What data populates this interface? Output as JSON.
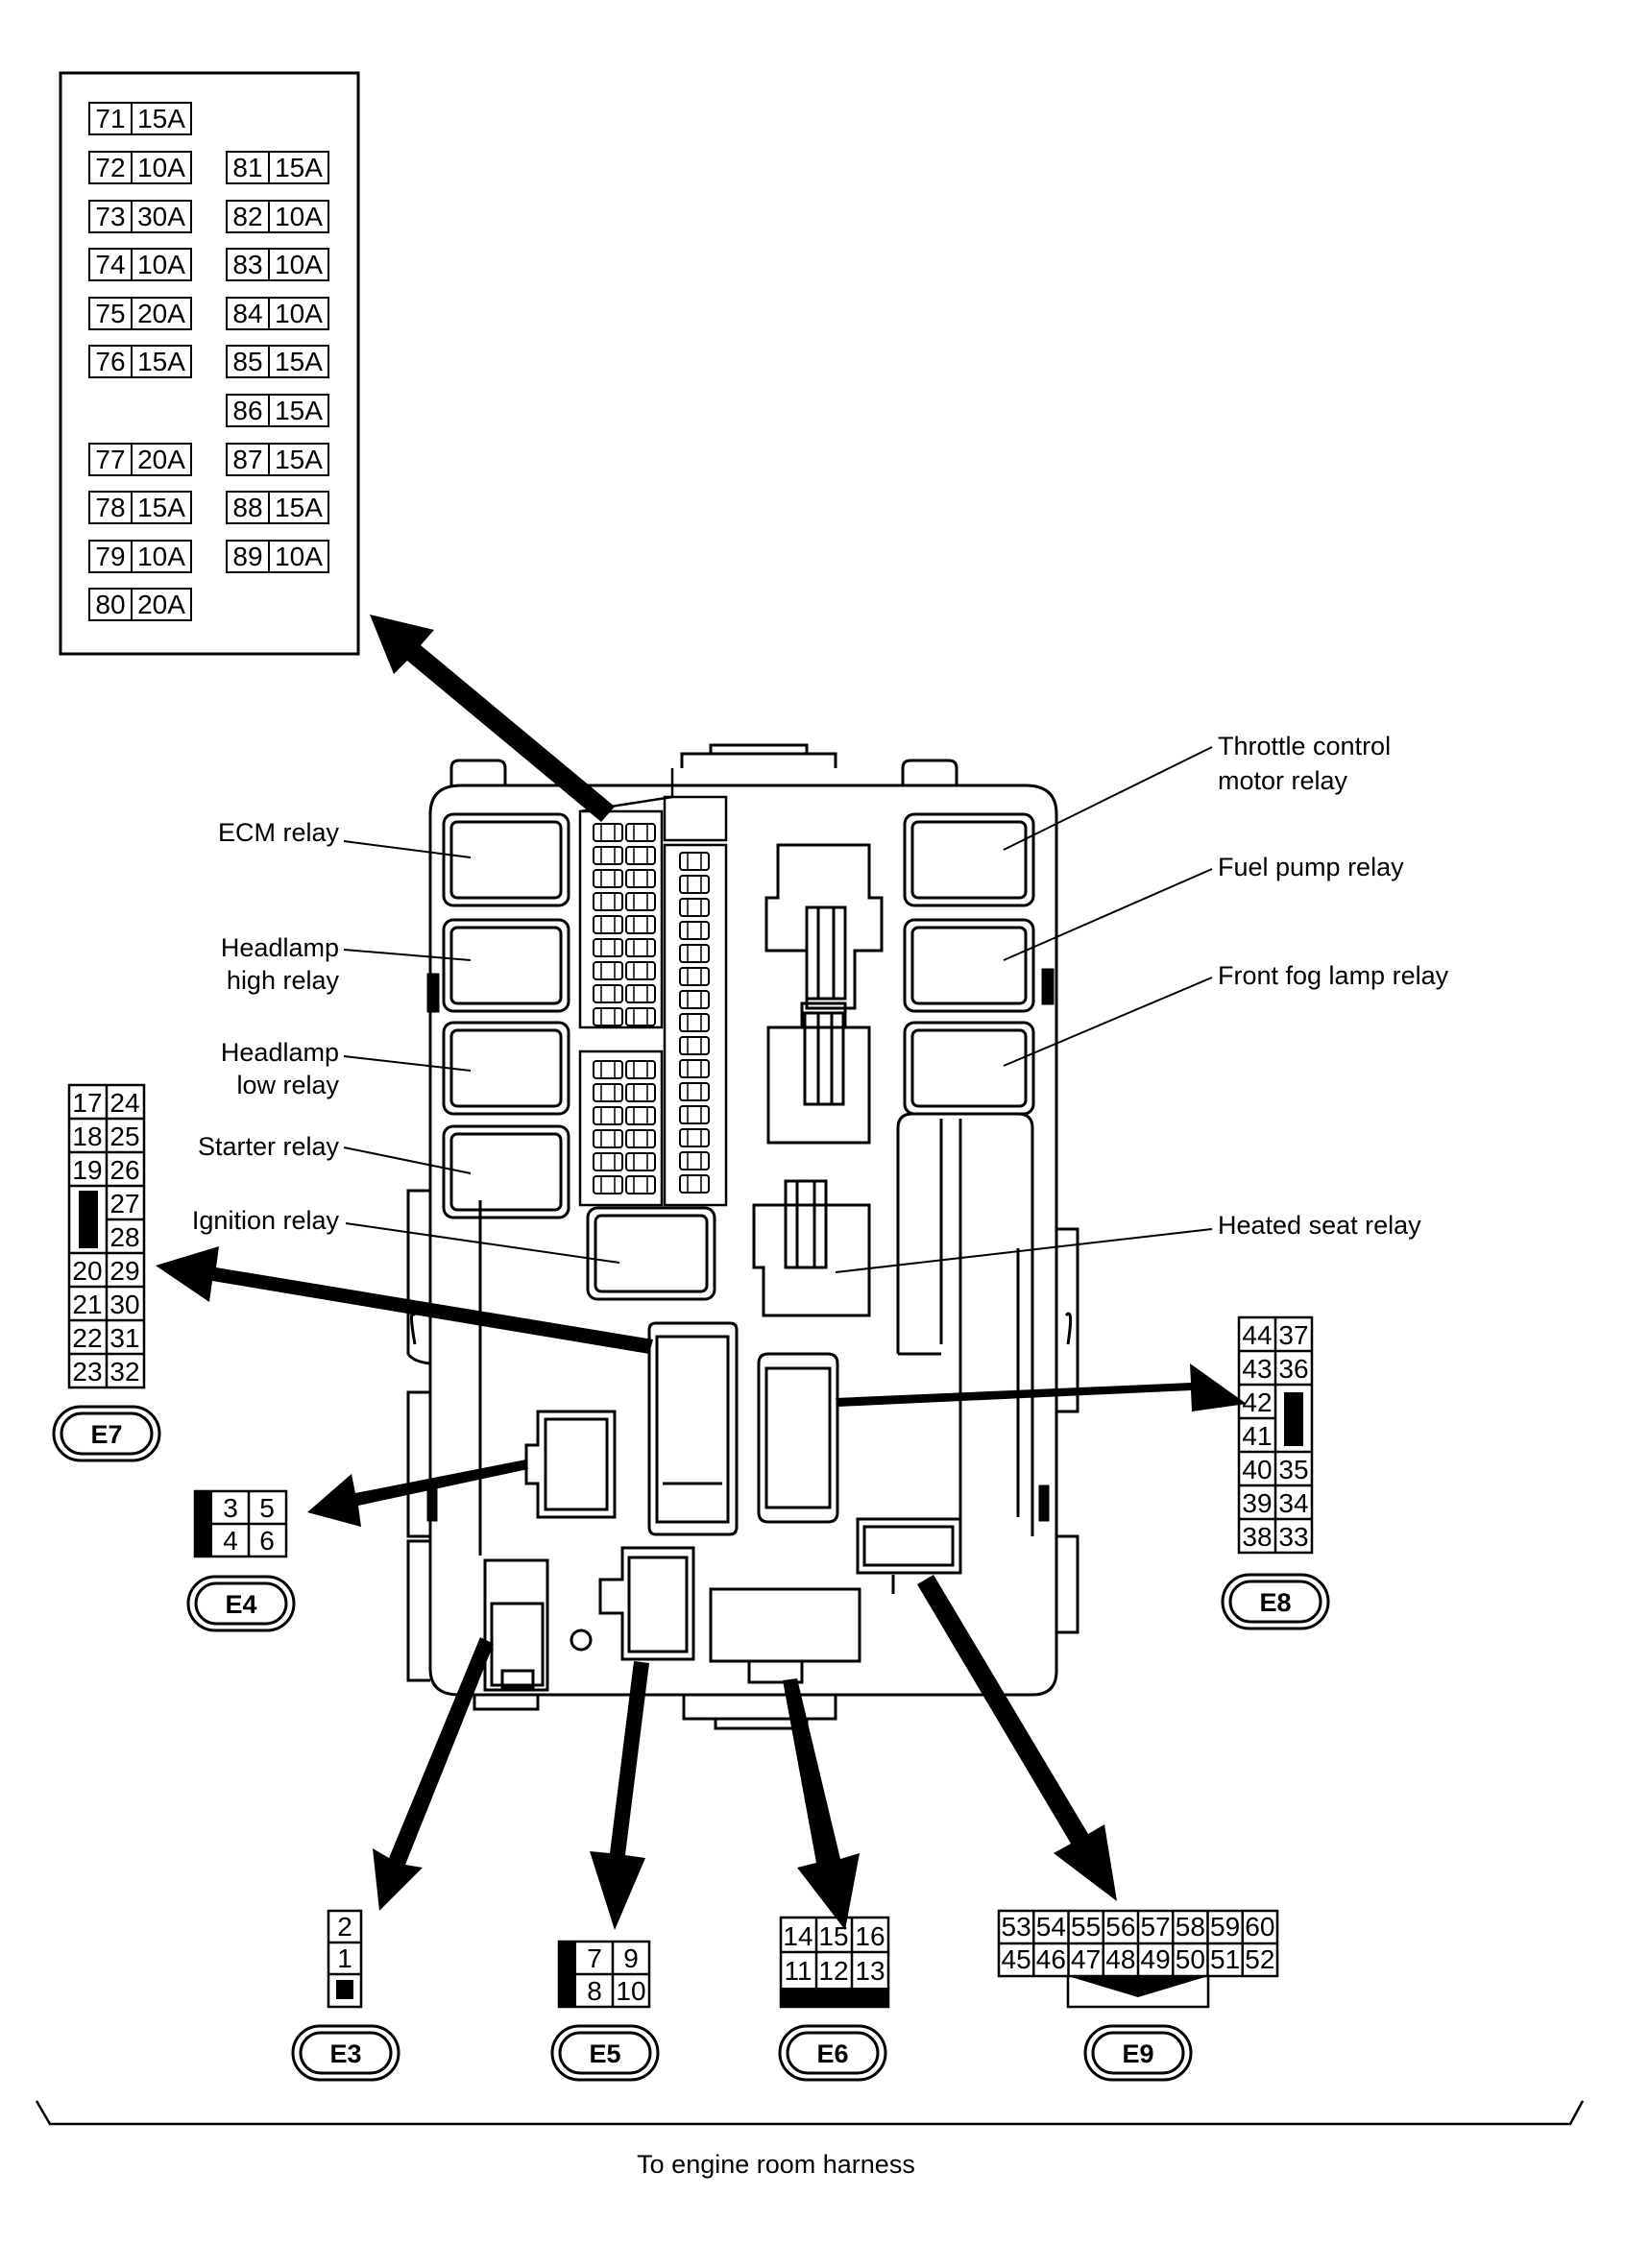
{
  "fuse_block": {
    "fuses": [
      {
        "num": "71",
        "amp": "15A"
      },
      {
        "num": "72",
        "amp": "10A"
      },
      {
        "num": "73",
        "amp": "30A"
      },
      {
        "num": "74",
        "amp": "10A"
      },
      {
        "num": "75",
        "amp": "20A"
      },
      {
        "num": "76",
        "amp": "15A"
      },
      {
        "num": "77",
        "amp": "20A"
      },
      {
        "num": "78",
        "amp": "15A"
      },
      {
        "num": "79",
        "amp": "10A"
      },
      {
        "num": "80",
        "amp": "20A"
      },
      {
        "num": "81",
        "amp": "15A"
      },
      {
        "num": "82",
        "amp": "10A"
      },
      {
        "num": "83",
        "amp": "10A"
      },
      {
        "num": "84",
        "amp": "10A"
      },
      {
        "num": "85",
        "amp": "15A"
      },
      {
        "num": "86",
        "amp": "15A"
      },
      {
        "num": "87",
        "amp": "15A"
      },
      {
        "num": "88",
        "amp": "15A"
      },
      {
        "num": "89",
        "amp": "10A"
      }
    ]
  },
  "relay_labels": {
    "ecm": "ECM relay",
    "headlamp_high_1": "Headlamp",
    "headlamp_high_2": "high relay",
    "headlamp_low_1": "Headlamp",
    "headlamp_low_2": "low relay",
    "starter": "Starter relay",
    "ignition": "Ignition relay",
    "throttle_1": "Throttle control",
    "throttle_2": "motor relay",
    "fuel_pump": "Fuel pump relay",
    "front_fog": "Front fog lamp relay",
    "heated_seat": "Heated seat relay"
  },
  "connectors": {
    "E3": {
      "name": "E3",
      "pins": [
        "2",
        "1"
      ]
    },
    "E4": {
      "name": "E4",
      "pins": [
        "3",
        "5",
        "4",
        "6"
      ]
    },
    "E5": {
      "name": "E5",
      "pins": [
        "7",
        "9",
        "8",
        "10"
      ]
    },
    "E6": {
      "name": "E6",
      "pins": [
        "14",
        "15",
        "16",
        "11",
        "12",
        "13"
      ]
    },
    "E7": {
      "name": "E7",
      "pins": [
        "17",
        "24",
        "18",
        "25",
        "19",
        "26",
        "27",
        "28",
        "20",
        "29",
        "21",
        "30",
        "22",
        "31",
        "23",
        "32"
      ]
    },
    "E8": {
      "name": "E8",
      "pins": [
        "44",
        "37",
        "43",
        "36",
        "42",
        "41",
        "40",
        "35",
        "39",
        "34",
        "38",
        "33"
      ]
    },
    "E9": {
      "name": "E9",
      "pins": [
        "53",
        "54",
        "55",
        "56",
        "57",
        "58",
        "59",
        "60",
        "45",
        "46",
        "47",
        "48",
        "49",
        "50",
        "51",
        "52"
      ]
    }
  },
  "harness_label": "To engine room harness"
}
